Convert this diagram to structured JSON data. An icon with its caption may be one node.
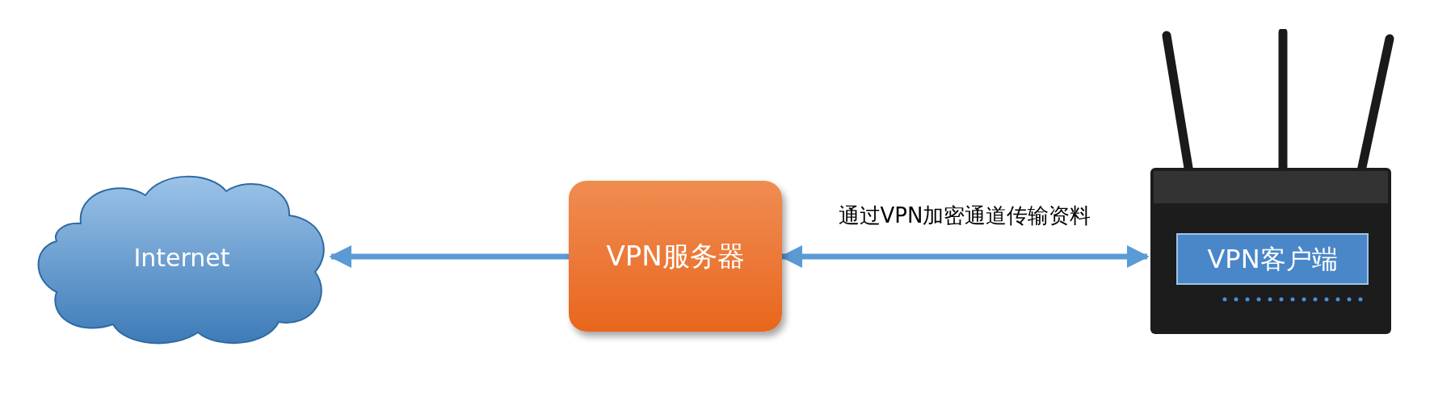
{
  "diagram": {
    "nodes": [
      {
        "text": [
          "Internet"
        ]
      },
      {
        "text": [
          "VPN服务器"
        ]
      },
      {
        "text": [],
        "shape": "picture"
      },
      {
        "text": [
          "VPN客户端"
        ],
        "in": 2
      }
    ],
    "edges": [
      {
        "from": 1,
        "to": 0,
        "arrow": "to"
      },
      {
        "from": 1,
        "to": 2,
        "arrow": "both",
        "label": "通过VPN加密通道传输资料"
      }
    ]
  }
}
